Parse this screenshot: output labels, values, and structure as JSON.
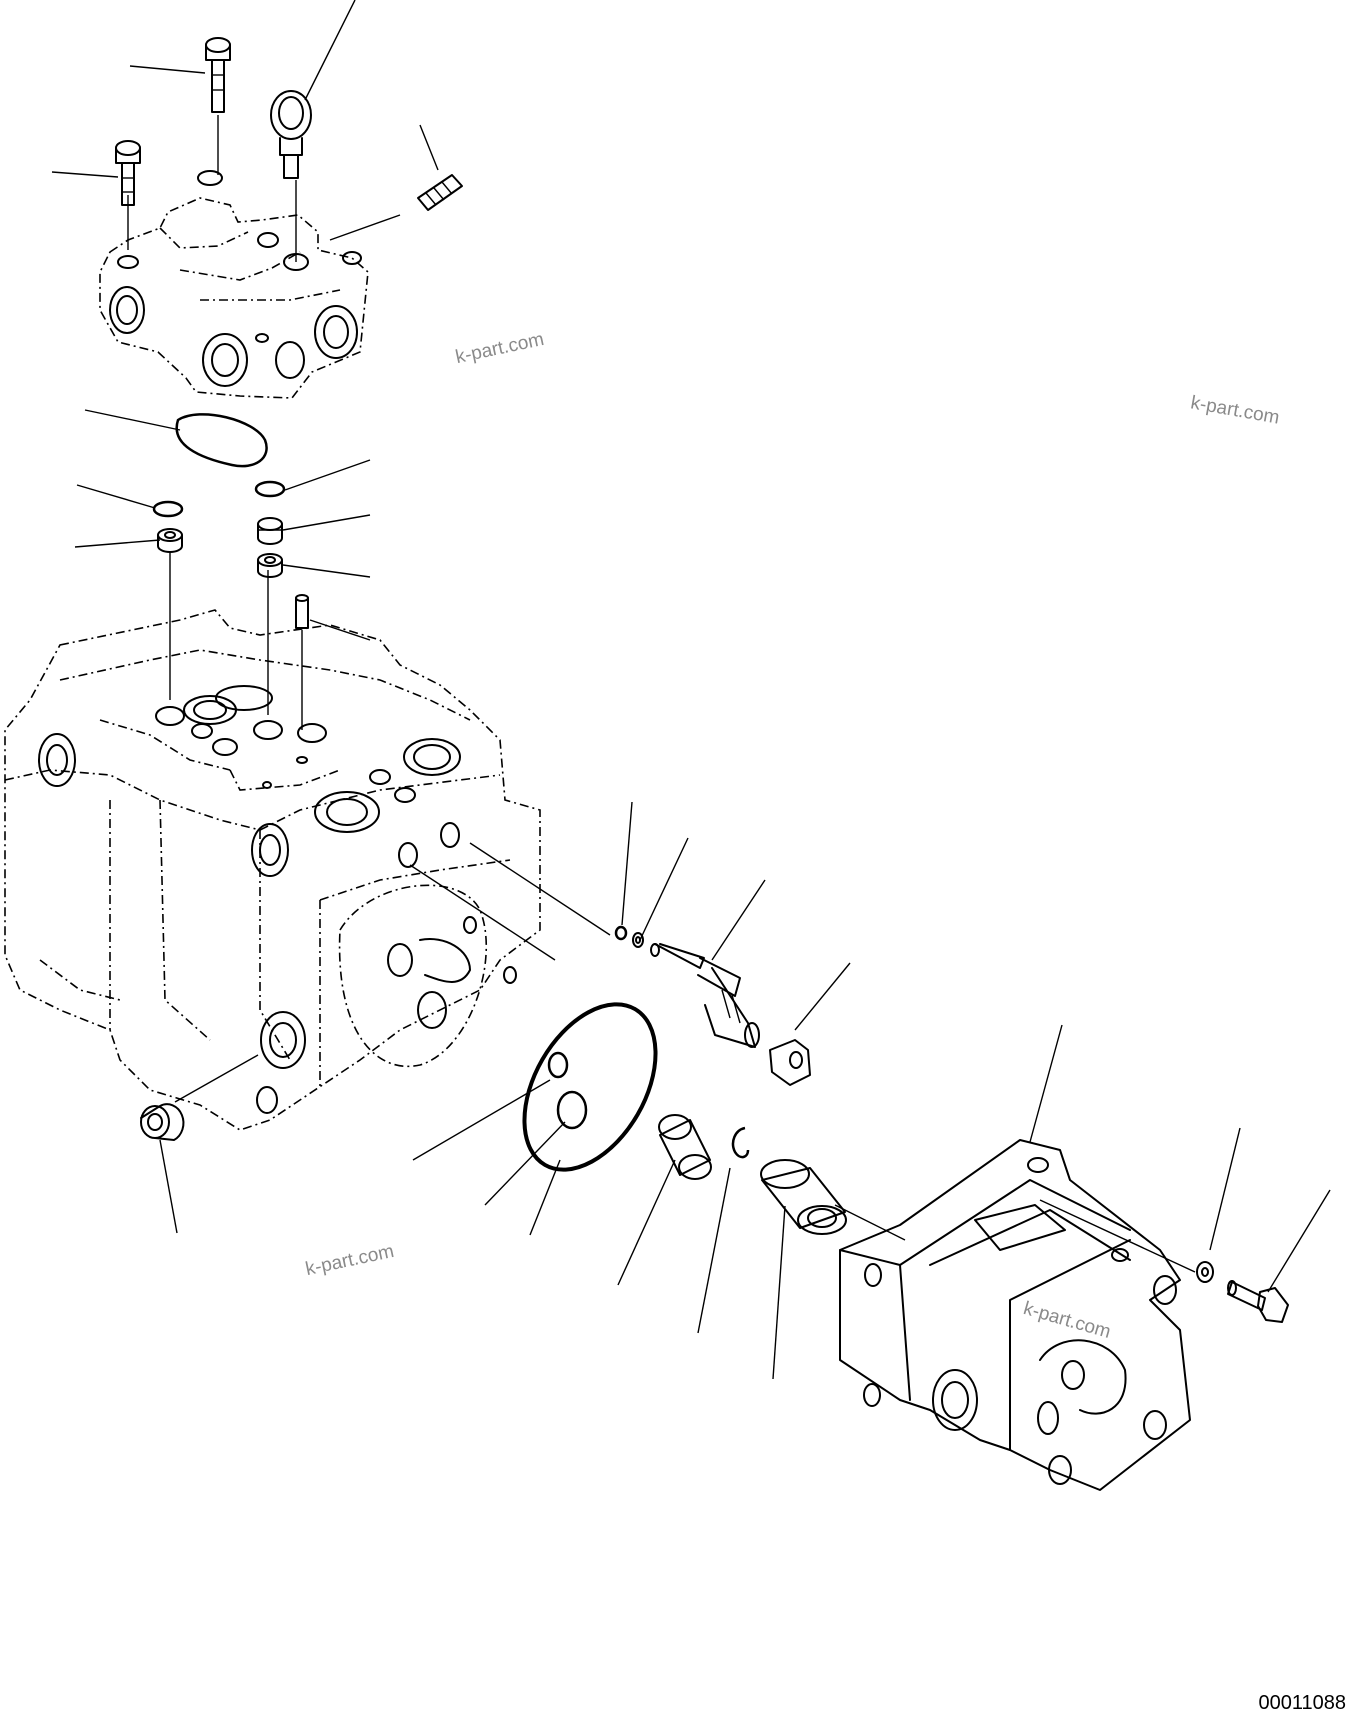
{
  "drawing": {
    "number": "00011088",
    "watermarks": [
      "k-part.com",
      "k-part.com",
      "k-part.com",
      "k-part.com"
    ]
  }
}
